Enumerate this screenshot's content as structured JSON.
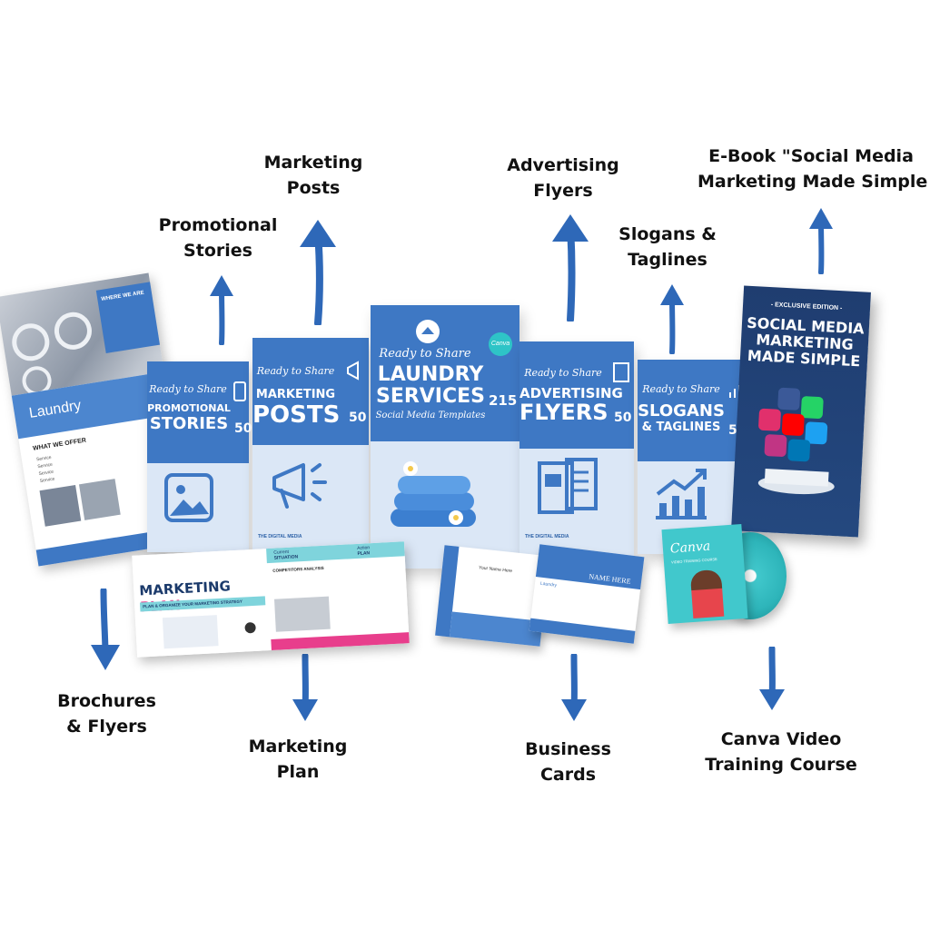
{
  "labels": {
    "marketing_posts": [
      "Marketing",
      "Posts"
    ],
    "promotional_stories": [
      "Promotional",
      "Stories"
    ],
    "advertising_flyers": [
      "Advertising",
      "Flyers"
    ],
    "slogans_taglines": [
      "Slogans &",
      "Taglines"
    ],
    "ebook": [
      "E-Book \"Social Media",
      "Marketing Made Simple"
    ],
    "brochures_flyers": [
      "Brochures",
      "& Flyers"
    ],
    "marketing_plan": [
      "Marketing",
      "Plan"
    ],
    "business_cards": [
      "Business",
      "Cards"
    ],
    "canva_course": [
      "Canva Video",
      "Training Course"
    ]
  },
  "boxes": {
    "ready_to_share": "Ready to Share",
    "promotional": {
      "line1": "PROMOTIONAL",
      "line2": "STORIES",
      "count": "50"
    },
    "marketing": {
      "line1": "MARKETING",
      "line2": "POSTS",
      "count": "50"
    },
    "laundry": {
      "line1": "LAUNDRY",
      "line2": "SERVICES",
      "subtitle": "Social Media Templates",
      "count": "215",
      "badge": "Canva"
    },
    "advertising": {
      "line1": "ADVERTISING",
      "line2": "FLYERS",
      "count": "50"
    },
    "slogans": {
      "line1": "SLOGANS",
      "line2": "& TAGLINES",
      "count": "50"
    }
  },
  "brochure": {
    "heading": "Laundry",
    "where": "WHERE WE ARE",
    "offer": "WHAT WE OFFER",
    "service": "Service"
  },
  "ebook": {
    "edition": "- EXCLUSIVE EDITION -",
    "line1": "SOCIAL MEDIA",
    "line2": "MARKETING",
    "line3": "MADE SIMPLE"
  },
  "plan": {
    "title1": "MARKETING",
    "title2": "PLAN",
    "subtitle": "PLAN & ORGANIZE YOUR MARKETING STRATEGY",
    "current": "Current",
    "situation": "SITUATION",
    "action": "Action",
    "action_plan": "PLAN",
    "competitors": "COMPETITORS ANALYSIS"
  },
  "cards": {
    "name": "NAME HERE",
    "your_name": "Your Name Here",
    "laundry": "Laundry"
  },
  "canva": {
    "logo": "Canva",
    "course": "VIDEO TRAINING COURSE"
  },
  "colors": {
    "primary": "#3e78c4",
    "dark": "#2f63a8",
    "arrow": "#2e68b8",
    "light": "#dbe7f6"
  }
}
